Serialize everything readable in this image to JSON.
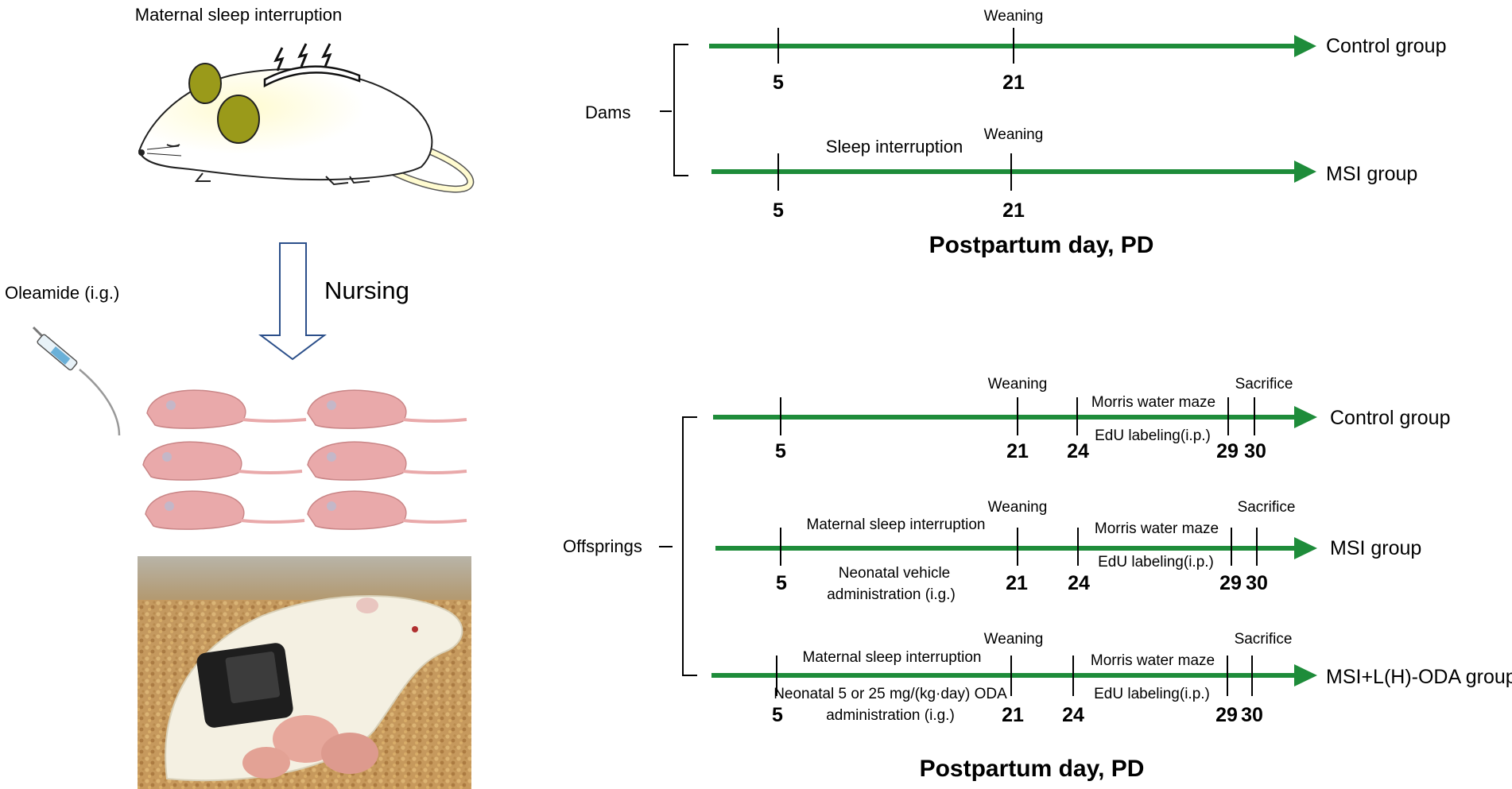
{
  "left_panel": {
    "title": "Maternal sleep interruption",
    "nursing_label": "Nursing",
    "oleamide_label": "Oleamide (i.g.)"
  },
  "dams": {
    "label": "Dams",
    "axis_title": "Postpartum day, PD",
    "control": {
      "group": "Control group",
      "weaning": "Weaning",
      "day_a": "5",
      "day_b": "21"
    },
    "msi": {
      "group": "MSI group",
      "weaning": "Weaning",
      "phase": "Sleep interruption",
      "day_a": "5",
      "day_b": "21"
    }
  },
  "offspring": {
    "label": "Offsprings",
    "axis_title": "Postpartum day, PD",
    "control": {
      "group": "Control group",
      "weaning": "Weaning",
      "sacrifice": "Sacrifice",
      "morris": "Morris water maze",
      "edu": "EdU labeling(i.p.)",
      "days": [
        "5",
        "21",
        "24",
        "29",
        "30"
      ]
    },
    "msi": {
      "group": "MSI group",
      "weaning": "Weaning",
      "sacrifice": "Sacrifice",
      "morris": "Morris water maze",
      "edu": "EdU labeling(i.p.)",
      "phase": "Maternal sleep interruption",
      "admin_line1": "Neonatal vehicle",
      "admin_line2": "administration (i.g.)",
      "days": [
        "5",
        "21",
        "24",
        "29",
        "30"
      ]
    },
    "oda": {
      "group": "MSI+L(H)-ODA group",
      "weaning": "Weaning",
      "sacrifice": "Sacrifice",
      "morris": "Morris water maze",
      "edu": "EdU labeling(i.p.)",
      "phase": "Maternal sleep interruption",
      "admin_line1": "Neonatal 5 or 25 mg/(kg·day) ODA",
      "admin_line2": "administration (i.g.)",
      "days": [
        "5",
        "21",
        "24",
        "29",
        "30"
      ]
    }
  },
  "colors": {
    "arrow": "#1e8c3a",
    "mouse_ear": "#9a9a1a",
    "pup": "#e9a9aa",
    "photo_bg": "#c9a066"
  }
}
